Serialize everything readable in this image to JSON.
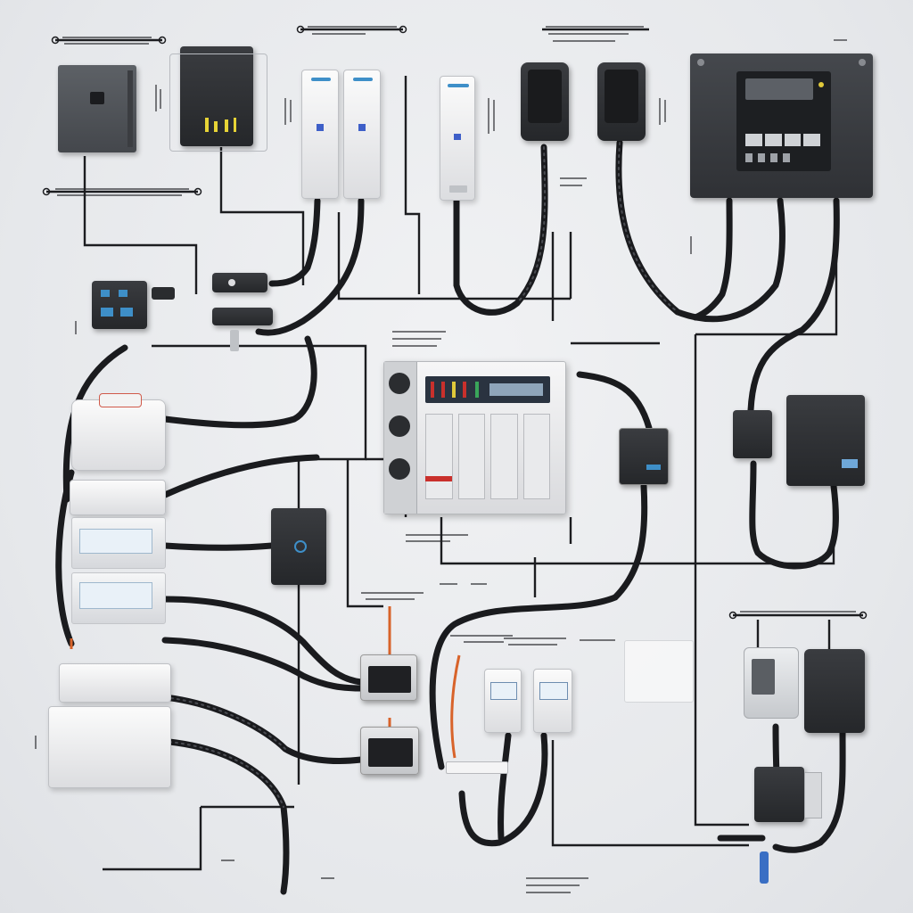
{
  "diagram": {
    "background_color": "#e9ebee",
    "wire_color": "#1c1d20",
    "accent_colors": {
      "status_blue": "#3e8fc8",
      "alert_orange": "#d8632a",
      "indicator_red": "#c9302c",
      "indicator_green": "#3aa55a"
    },
    "devices": [
      {
        "kind": "dark-controller",
        "icon": "controller-box"
      },
      {
        "kind": "terminal-block",
        "icon": "terminal-strip"
      },
      {
        "kind": "white-module",
        "icon": "din-module"
      },
      {
        "kind": "breaker-panel",
        "icon": "breaker-panel"
      },
      {
        "kind": "power-adapter",
        "icon": "power-adapter"
      },
      {
        "kind": "wall-outlet",
        "icon": "outlet"
      }
    ],
    "labels": {
      "panel_code": "",
      "bottom_left": "",
      "bottom_mid": ""
    }
  }
}
